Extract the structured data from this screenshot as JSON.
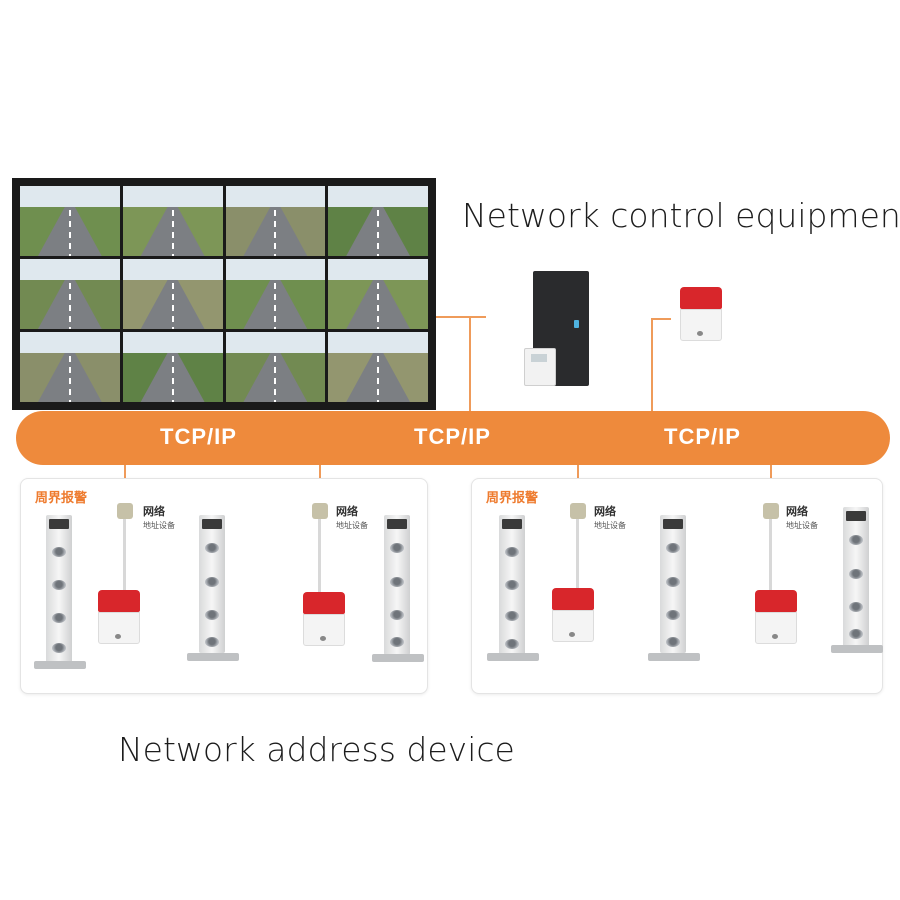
{
  "headings": {
    "control": "Network control equipment",
    "address": "Network address device"
  },
  "bus": {
    "labels": [
      "TCP/IP",
      "TCP/IP",
      "TCP/IP"
    ],
    "color": "#ee8a3c"
  },
  "zones": [
    {
      "tag": "周界报警",
      "nodes": [
        {
          "title": "网络",
          "subtitle": "地址设备"
        },
        {
          "title": "网络",
          "subtitle": "地址设备"
        }
      ]
    },
    {
      "tag": "周界报警",
      "nodes": [
        {
          "title": "网络",
          "subtitle": "地址设备"
        },
        {
          "title": "网络",
          "subtitle": "地址设备"
        }
      ]
    }
  ],
  "icons": [
    "video-wall-icon",
    "controller-panel-icon",
    "keypad-icon",
    "siren-icon",
    "beam-detector-pole-icon",
    "network-connector-icon"
  ]
}
